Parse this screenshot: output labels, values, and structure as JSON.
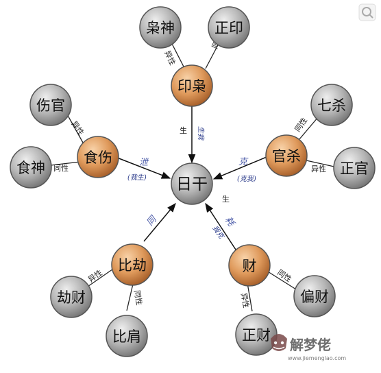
{
  "center": {
    "label": "日干",
    "side_label": "生"
  },
  "primary_nodes": {
    "yin_xiao": "印枭",
    "shi_shang": "食伤",
    "guan_sha": "官杀",
    "bi_jie": "比劫",
    "cai": "财"
  },
  "secondary_nodes": {
    "xiao_shen": "枭神",
    "zheng_yin": "正印",
    "shang_guan": "伤官",
    "shi_shen": "食神",
    "qi_sha": "七杀",
    "zheng_guan": "正官",
    "jie_cai": "劫财",
    "bi_jian": "比肩",
    "pian_cai": "偏财",
    "zheng_cai": "正财"
  },
  "relations": {
    "yin_to_center": "生",
    "yin_to_center_note": "生我",
    "shi_to_center": "泄",
    "shi_to_center_note": "(我生)",
    "guan_to_center": "克",
    "guan_to_center_note": "(克我)",
    "bi_to_center": "同",
    "cai_to_center": "耗",
    "cai_to_center_note": "我克"
  },
  "edge_labels": {
    "same": "同性",
    "diff": "异性"
  },
  "watermark": {
    "brand": "解梦佬",
    "url": "www.jiemenglao.com"
  },
  "colors": {
    "primary_fill": "#d8874a",
    "secondary_fill": "#a9a9a9",
    "center_fill": "#a9a9a9",
    "note_blue": "#2a3a8a"
  }
}
